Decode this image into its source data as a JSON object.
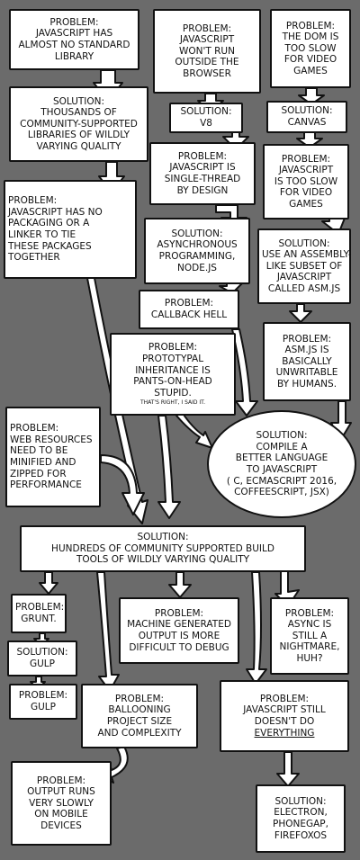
{
  "boxes": {
    "p1": [
      "PROBLEM:",
      "JAVASCRIPT HAS",
      "ALMOST NO STANDARD",
      "LIBRARY"
    ],
    "p2": [
      "PROBLEM:",
      "JAVASCRIPT",
      "WON'T RUN",
      "OUTSIDE THE",
      "BROWSER"
    ],
    "p3": [
      "PROBLEM:",
      "THE DOM IS",
      "TOO SLOW",
      "FOR VIDEO",
      "GAMES"
    ],
    "s1": [
      "SOLUTION:",
      "THOUSANDS OF",
      "COMMUNITY-SUPPORTED",
      "LIBRARIES OF WILDLY",
      "VARYING QUALITY"
    ],
    "s2": [
      "SOLUTION:",
      "V8"
    ],
    "s3": [
      "SOLUTION:",
      "CANVAS"
    ],
    "p4": [
      "PROBLEM:",
      "JAVASCRIPT HAS NO",
      "PACKAGING OR A",
      "LINKER TO TIE",
      "THESE PACKAGES",
      "TOGETHER"
    ],
    "p5": [
      "PROBLEM:",
      "JAVASCRIPT IS",
      "SINGLE-THREAD",
      "BY DESIGN"
    ],
    "p6": [
      "PROBLEM:",
      "JAVASCRIPT",
      "IS TOO SLOW",
      "FOR VIDEO",
      "GAMES"
    ],
    "s4": [
      "SOLUTION:",
      "ASYNCHRONOUS",
      "PROGRAMMING,",
      "NODE.JS"
    ],
    "s5": [
      "SOLUTION:",
      "USE AN ASSEMBLY-",
      "LIKE SUBSET OF",
      "JAVASCRIPT",
      "CALLED ASM.JS"
    ],
    "p7": [
      "PROBLEM:",
      "CALLBACK HELL"
    ],
    "p8": [
      "PROBLEM:",
      "PROTOTYPAL",
      "INHERITANCE IS",
      "PANTS-ON-HEAD",
      "STUPID."
    ],
    "p8_note": "THAT'S RIGHT, I SAID IT.",
    "p9": [
      "PROBLEM:",
      "ASM.JS IS",
      "BASICALLY",
      "UNWRITABLE",
      "BY HUMANS."
    ],
    "p10": [
      "PROBLEM:",
      "WEB RESOURCES",
      "NEED TO BE",
      "MINIFIED AND",
      "ZIPPED FOR",
      "PERFORMANCE"
    ],
    "s6": [
      "SOLUTION:",
      "COMPILE A",
      "BETTER LANGUAGE",
      "TO JAVASCRIPT",
      "( C, ECMASCRIPT 2016,",
      "COFFEESCRIPT, JSX)"
    ],
    "s7": [
      "SOLUTION:",
      "HUNDREDS OF COMMUNITY SUPPORTED BUILD",
      "TOOLS OF WILDLY VARYING QUALITY"
    ],
    "p11": [
      "PROBLEM:",
      "GRUNT."
    ],
    "p12": [
      "PROBLEM:",
      "MACHINE GENERATED",
      "OUTPUT IS MORE",
      "DIFFICULT TO DEBUG"
    ],
    "p13": [
      "PROBLEM:",
      "ASYNC IS",
      "STILL A",
      "NIGHTMARE,",
      "HUH?"
    ],
    "s8": [
      "SOLUTION:",
      "GULP"
    ],
    "p14": [
      "PROBLEM:",
      "GULP"
    ],
    "p15": [
      "PROBLEM:",
      "BALLOONING",
      "PROJECT SIZE",
      "AND COMPLEXITY"
    ],
    "p16": [
      "PROBLEM:",
      "JAVASCRIPT STILL",
      "DOESN'T DO",
      "EVERYTHING"
    ],
    "p17": [
      "PROBLEM:",
      "OUTPUT RUNS",
      "VERY SLOWLY",
      "ON MOBILE",
      "DEVICES"
    ],
    "s9": [
      "SOLUTION:",
      "ELECTRON,",
      "PHONEGAP,",
      "FIREFOXOS"
    ]
  },
  "colors": {
    "background": "#6b6b6b",
    "box_fill": "#ffffff",
    "ink": "#111111"
  }
}
